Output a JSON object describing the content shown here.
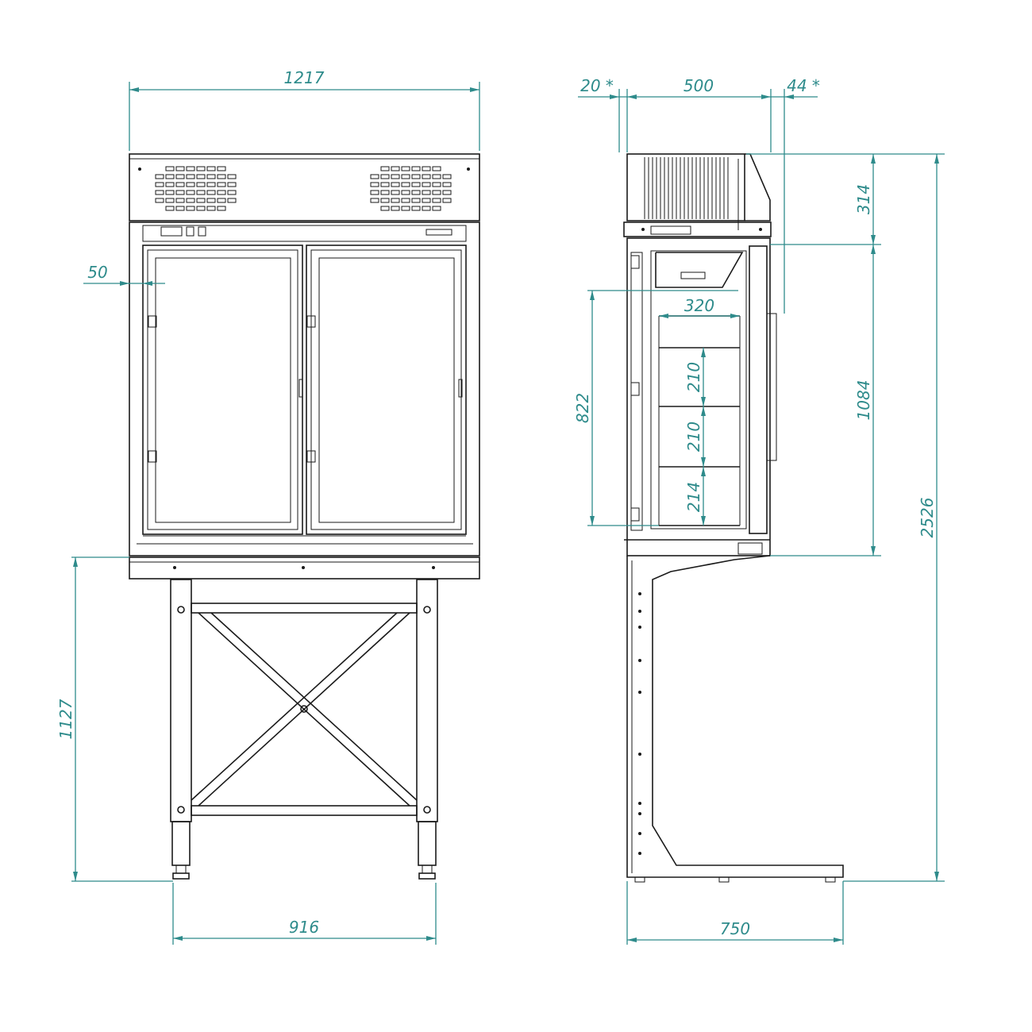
{
  "colors": {
    "background": "#ffffff",
    "object_lines": "#1a1a1a",
    "dimension_lines": "#2e8b8b"
  },
  "front_view": {
    "overall_width": "1217",
    "door_offset": "50",
    "stand_height": "1127",
    "foot_span": "916"
  },
  "side_view": {
    "back_gap": "20 *",
    "depth": "500",
    "front_gap": "44 *",
    "top_unit_height": "314",
    "cabinet_height": "1084",
    "total_height": "2526",
    "inner_height": "822",
    "shelf_depth": "320",
    "shelf_spacing_1": "210",
    "shelf_spacing_2": "210",
    "shelf_spacing_3": "214",
    "base_depth": "750"
  }
}
